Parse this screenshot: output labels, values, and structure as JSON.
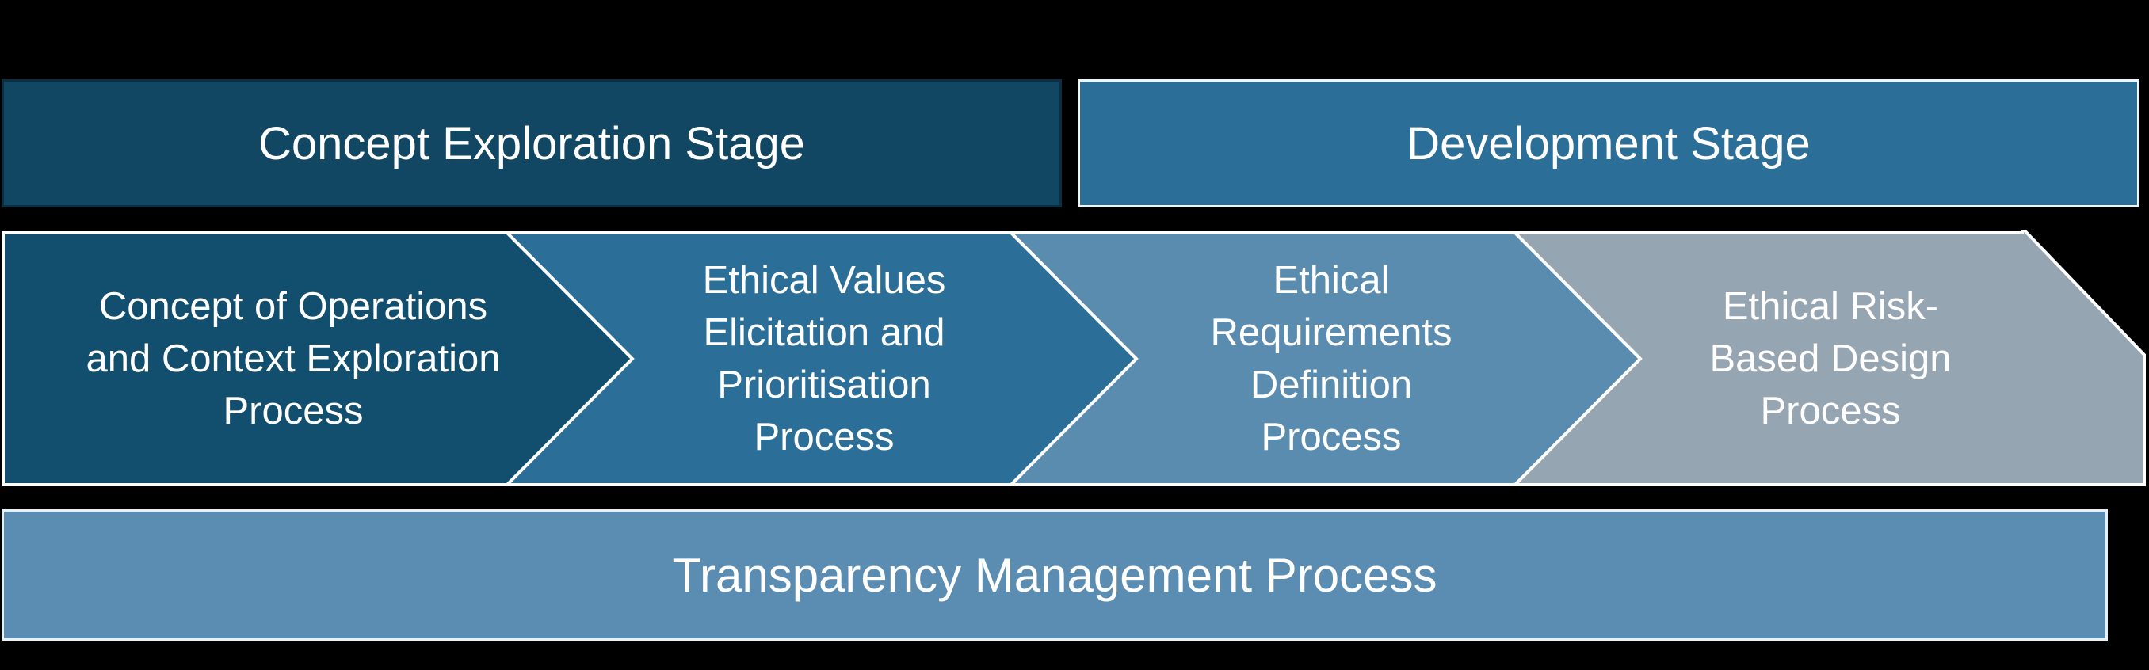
{
  "stages": [
    {
      "label": "Concept Exploration Stage",
      "color": "#124763"
    },
    {
      "label": "Development Stage",
      "color": "#2b6f98"
    }
  ],
  "processes": [
    {
      "label": "Concept of Operations\nand Context Exploration\nProcess",
      "color": "#124e6e"
    },
    {
      "label": "Ethical Values\nElicitation and\nPrioritisation\nProcess",
      "color": "#2b6f98"
    },
    {
      "label": "Ethical\nRequirements\nDefinition\nProcess",
      "color": "#5a8cb0"
    },
    {
      "label": "Ethical Risk-\nBased Design\nProcess",
      "color": "#96a5b2"
    }
  ],
  "transparency": {
    "label": "Transparency Management Process",
    "color": "#5a8db1"
  }
}
